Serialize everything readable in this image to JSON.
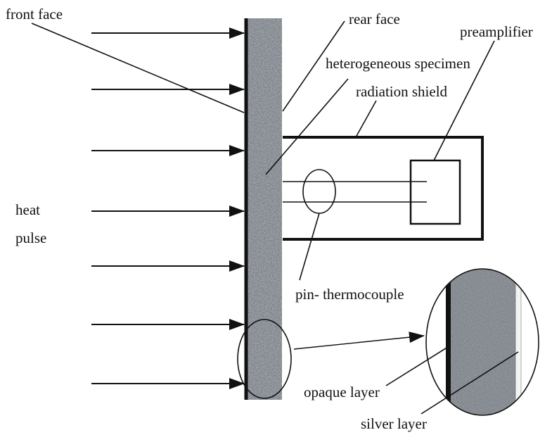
{
  "labels": {
    "front_face": "front face",
    "rear_face": "rear face",
    "preamplifier": "preamplifier",
    "heterogeneous_specimen": "heterogeneous specimen",
    "radiation_shield": "radiation shield",
    "heat": "heat",
    "pulse": "pulse",
    "pin_thermocouple": "pin- thermocouple",
    "opaque_layer": "opaque layer",
    "silver_layer": "silver layer"
  },
  "colors": {
    "line": "#111111",
    "specimen_base": "#9a9fa4",
    "specimen_dark": "#3c4045",
    "silver": "#f3f3f3"
  },
  "heat_pulse_arrow_count": 7
}
